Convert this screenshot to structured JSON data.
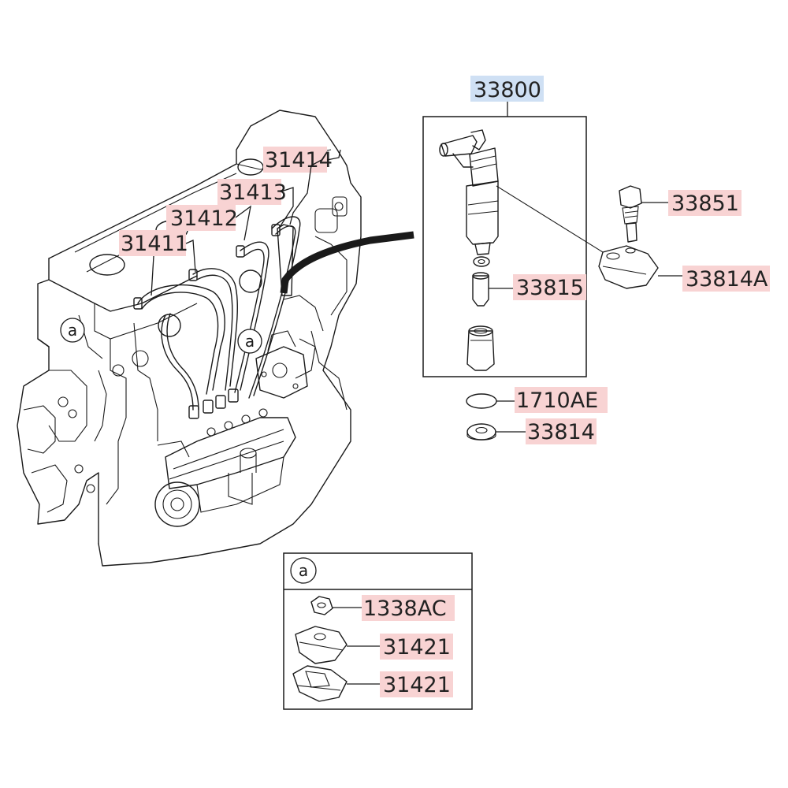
{
  "colors": {
    "part_highlight": "#f8d3d3",
    "assembly_highlight": "#cfe0f4",
    "line": "#1a1a1a"
  },
  "assembly": {
    "label": "33800"
  },
  "parts": {
    "p31411": "31411",
    "p31412": "31412",
    "p31413": "31413",
    "p31414": "31414",
    "p33851": "33851",
    "p33814A": "33814A",
    "p33815": "33815",
    "p1710AE": "1710AE",
    "p33814": "33814",
    "p1338AC": "1338AC",
    "p31421a": "31421",
    "p31421b": "31421"
  },
  "detail_marker": "a",
  "engine_markers": [
    "a",
    "a"
  ]
}
